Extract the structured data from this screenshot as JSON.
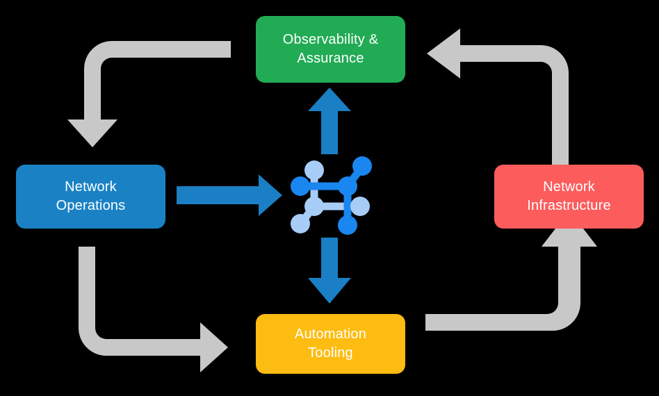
{
  "diagram": {
    "title_present": false,
    "background_color": "#000000",
    "layout": "cycle-with-central-hub",
    "center": {
      "icon": "network-topology-icon",
      "colors": {
        "primary": "#1a86ef",
        "secondary": "#a7cdf7"
      }
    },
    "nodes": [
      {
        "id": "observability",
        "label": "Observability &\nAssurance",
        "color": "#22ab55",
        "position": "top"
      },
      {
        "id": "network-operations",
        "label": "Network\nOperations",
        "color": "#1a82c4",
        "position": "left"
      },
      {
        "id": "network-infrastructure",
        "label": "Network\nInfrastructure",
        "color": "#fc5c5c",
        "position": "right"
      },
      {
        "id": "automation-tooling",
        "label": "Automation\nTooling",
        "color": "#fdbc11",
        "position": "bottom"
      }
    ],
    "hub_arrows": {
      "color": "#1a7fc4",
      "connections": [
        {
          "from": "center",
          "to": "observability",
          "direction": "up"
        },
        {
          "from": "network-operations",
          "to": "center",
          "direction": "right"
        },
        {
          "from": "center",
          "to": "automation-tooling",
          "direction": "down"
        }
      ]
    },
    "cycle_arrows": {
      "color": "#c8c8c8",
      "connections": [
        {
          "from": "observability",
          "to": "network-operations",
          "corner": "top-left"
        },
        {
          "from": "network-operations",
          "to": "automation-tooling",
          "corner": "bottom-left"
        },
        {
          "from": "automation-tooling",
          "to": "network-infrastructure",
          "corner": "bottom-right"
        },
        {
          "from": "network-infrastructure",
          "to": "observability",
          "corner": "top-right"
        }
      ]
    }
  }
}
